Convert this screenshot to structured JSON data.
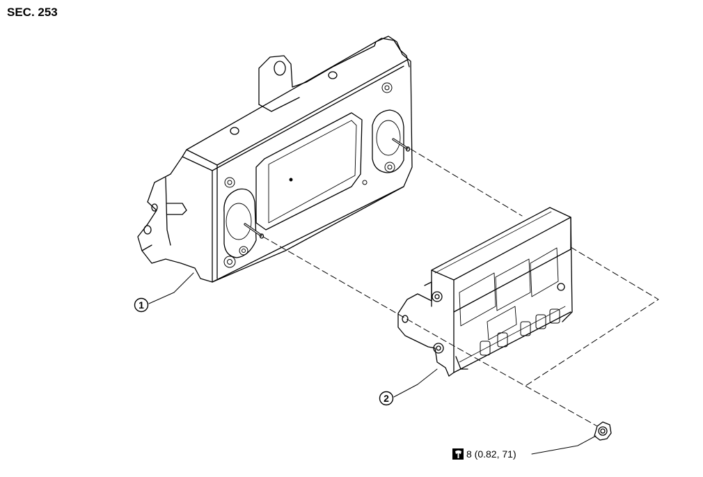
{
  "section_label": "SEC. 253",
  "callouts": {
    "part1": "1",
    "part2": "2"
  },
  "torque": {
    "icon": "torque-wrench-icon",
    "value": "8 (0.82, 71)"
  }
}
